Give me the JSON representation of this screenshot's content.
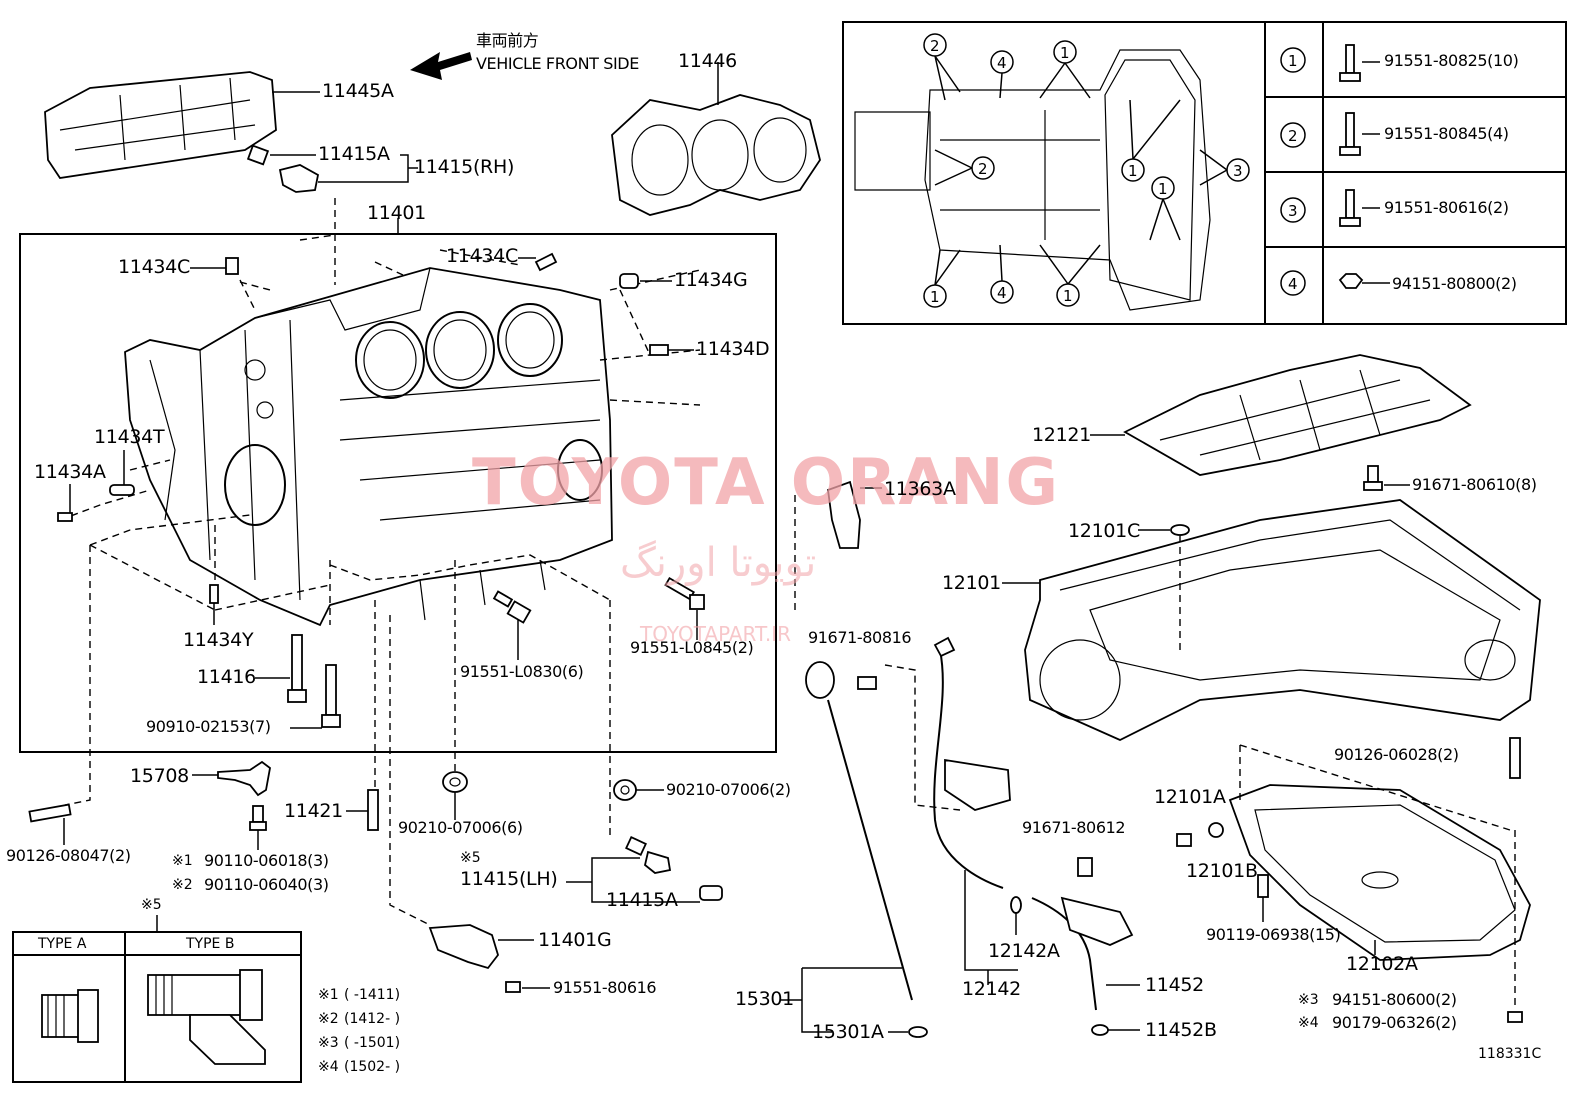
{
  "header": {
    "front_jp": "車両前方",
    "front_en": "VEHICLE FRONT SIDE"
  },
  "watermark": {
    "main": "TOYOTA ORANG",
    "persian": "تویوتا اورنگ",
    "site": "TOYOTAPART.IR"
  },
  "labels": {
    "p11445A": "11445A",
    "p11446": "11446",
    "p11415A_top": "11415A",
    "p11415RH": "11415(RH)",
    "p11401": "11401",
    "p11434C_left": "11434C",
    "p11434C_right": "11434C",
    "p11434G": "11434G",
    "p11434D": "11434D",
    "p11434T": "11434T",
    "p11434A": "11434A",
    "p11434Y": "11434Y",
    "p11416": "11416",
    "p90910": "90910-02153(7)",
    "p91551L0830": "91551-L0830(6)",
    "p91551L0845": "91551-L0845(2)",
    "p11363A": "11363A",
    "p12121": "12121",
    "p91671_80610": "91671-80610(8)",
    "p12101C": "12101C",
    "p12101": "12101",
    "p91671_80816": "91671-80816",
    "p15708": "15708",
    "p11421": "11421",
    "p90210_6": "90210-07006(6)",
    "p90210_2": "90210-07006(2)",
    "p90126_08047": "90126-08047(2)",
    "p90110_18": "90110-06018(3)",
    "p90110_40": "90110-06040(3)",
    "note1_mark": "※1",
    "note2_mark": "※2",
    "note5_top": "※5",
    "p11415LH": "11415(LH)",
    "p11415A_low": "11415A",
    "p11401G": "11401G",
    "p91551_80616": "91551-80616",
    "note5_box": "※5",
    "type_a": "TYPE A",
    "type_b": "TYPE B",
    "p91671_80612": "91671-80612",
    "p12142A": "12142A",
    "p12142": "12142",
    "p11452": "11452",
    "p11452B": "11452B",
    "p15301": "15301",
    "p15301A": "15301A",
    "p12101A": "12101A",
    "p12101B": "12101B",
    "p90119": "90119-06938(15)",
    "p12102A": "12102A",
    "p90126_06028": "90126-06028(2)",
    "p94151_80600": "94151-80600(2)",
    "p90179": "90179-06326(2)",
    "note3_mark": "※3",
    "note4_mark": "※4",
    "fig_id": "118331C"
  },
  "date_notes": [
    {
      "mark": "※1",
      "text": "(        -1411)"
    },
    {
      "mark": "※2",
      "text": "(1412-        )"
    },
    {
      "mark": "※3",
      "text": "(        -1501)"
    },
    {
      "mark": "※4",
      "text": "(1502-        )"
    }
  ],
  "bolt_table": [
    {
      "key": "1",
      "part": "91551-80825(10)"
    },
    {
      "key": "2",
      "part": "91551-80845(4)"
    },
    {
      "key": "3",
      "part": "91551-80616(2)"
    },
    {
      "key": "4",
      "part": "94151-80800(2)"
    }
  ],
  "inset_callouts": {
    "one": "1",
    "two": "2",
    "three": "3",
    "four": "4"
  }
}
